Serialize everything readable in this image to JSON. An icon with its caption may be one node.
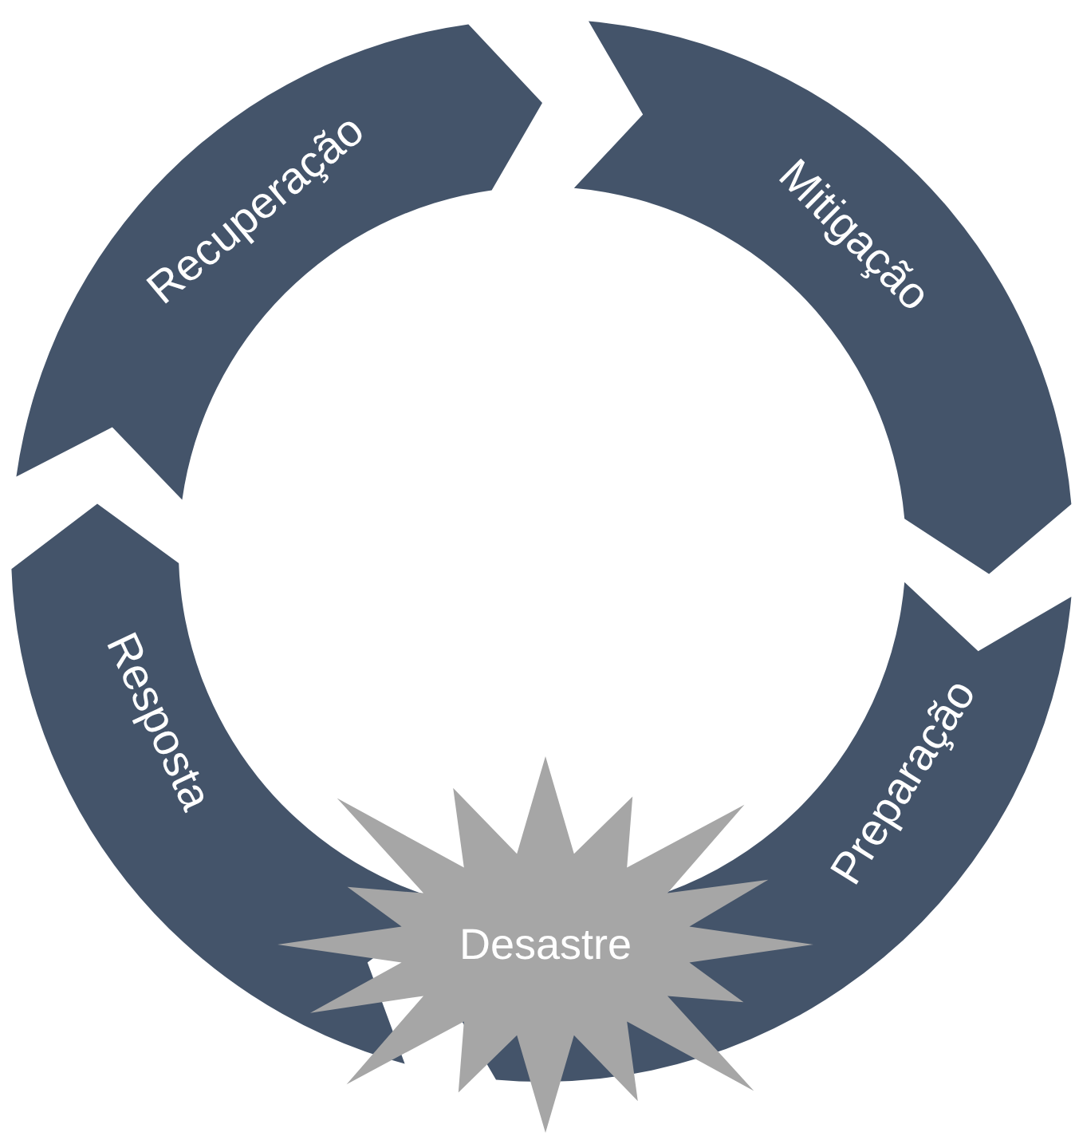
{
  "diagram": {
    "nodes": [
      {
        "text": [
          "Recuperação"
        ]
      },
      {
        "text": [
          "Mitigação"
        ]
      },
      {
        "text": [
          "Preparação"
        ]
      },
      {
        "text": [
          "Resposta"
        ]
      },
      {
        "text": [
          "Desastre"
        ]
      }
    ]
  }
}
